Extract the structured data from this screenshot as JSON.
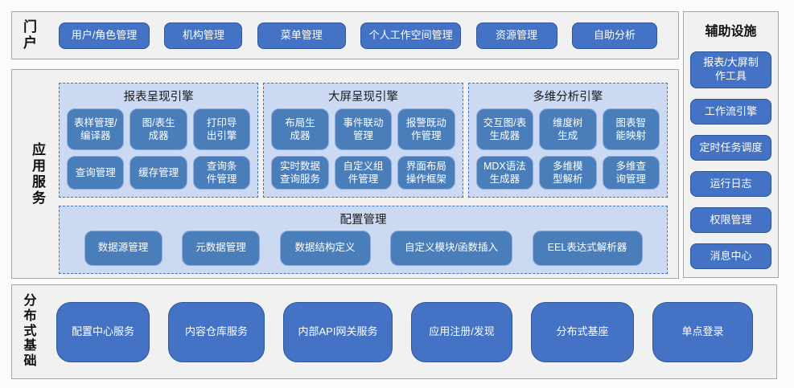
{
  "palette": {
    "accent_blue": "#4472c4",
    "accent_blue_dark": "#2f5597",
    "inner_blue": "#4a7ebb",
    "inner_blue_border": "#8faadc",
    "light_blue_panel": "#ccd9f2",
    "panel_bg": "#f1f1f1",
    "panel_border": "#a6a6a6"
  },
  "portal": {
    "label": "门户",
    "items": [
      "用户/角色管理",
      "机构管理",
      "菜单管理",
      "个人工作空间管理",
      "资源管理",
      "自助分析"
    ]
  },
  "app_services": {
    "label": "应用服务",
    "engines": [
      {
        "title": "报表呈现引擎",
        "buttons": [
          "表样管理/\n编译器",
          "图/表生\n成器",
          "打印导\n出引擎",
          "查询管理",
          "缓存管理",
          "查询条\n件管理"
        ]
      },
      {
        "title": "大屏呈现引擎",
        "buttons": [
          "布局生\n成器",
          "事件联动\n管理",
          "报警既动\n作管理",
          "实时数据\n查询服务",
          "自定义组\n件管理",
          "界面布局\n操作框架"
        ]
      },
      {
        "title": "多维分析引擎",
        "buttons": [
          "交互图/表\n生成器",
          "维度树\n生成",
          "图表智\n能映射",
          "MDX语法\n生成器",
          "多维模\n型解析",
          "多维查\n询管理"
        ]
      }
    ],
    "config": {
      "title": "配置管理",
      "items": [
        "数据源管理",
        "元数据管理",
        "数据结构定义",
        "自定义模块/函数插入",
        "EEL表达式解析器"
      ]
    }
  },
  "distributed": {
    "label": "分布式基础",
    "items": [
      "配置中心服务",
      "内容仓库服务",
      "内部API网关服务",
      "应用注册/发现",
      "分布式基座",
      "单点登录"
    ]
  },
  "auxiliary": {
    "title": "辅助设施",
    "items": [
      "报表/大屏制\n作工具",
      "工作流引擎",
      "定时任务调度",
      "运行日志",
      "权限管理",
      "消息中心"
    ]
  }
}
